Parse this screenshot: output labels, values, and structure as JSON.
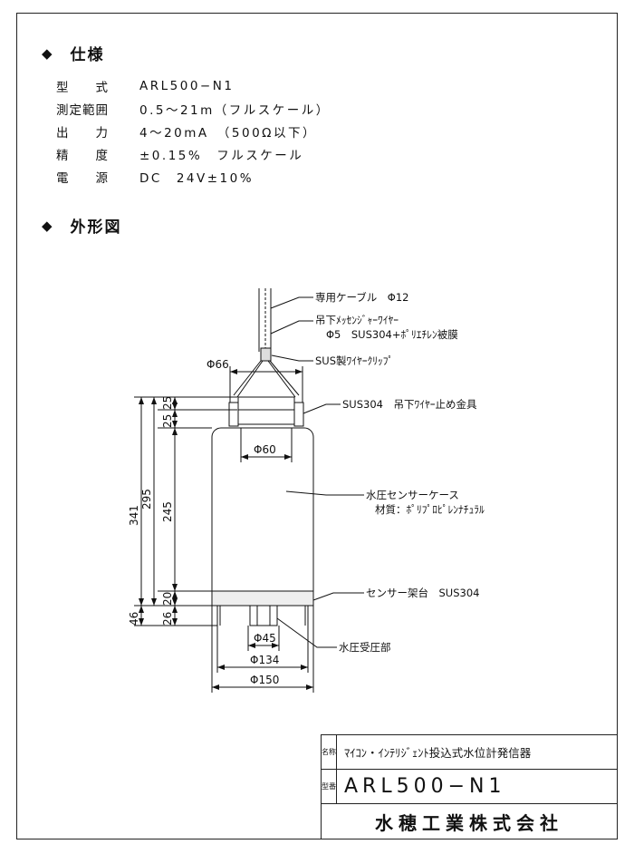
{
  "sections": {
    "spec_title": "仕様",
    "outline_title": "外形図",
    "bullet": "◆"
  },
  "specs": [
    {
      "label": "型　　式",
      "value": "ARL500−N1"
    },
    {
      "label": "測定範囲",
      "value": "0.5〜21m（フルスケール）"
    },
    {
      "label": "出　　力",
      "value": "4〜20mA　（500Ω以下）"
    },
    {
      "label": "精　　度",
      "value": "±0.15%　フルスケール"
    },
    {
      "label": "電　　源",
      "value": "DC　24V±10%"
    }
  ],
  "callouts": {
    "cable": "専用ケーブル　Φ12",
    "messenger_1": "吊下ﾒｯｾﾝｼﾞｬｰﾜｲﾔｰ",
    "messenger_2": "Φ5　SUS304+ﾎﾟﾘｴﾁﾚﾝ被膜",
    "clip": "SUS製ﾜｲﾔｰｸﾘｯﾌﾟ",
    "bracket": "SUS304　吊下ﾜｲﾔｰ止め金具",
    "case_1": "水圧センサーケース",
    "case_2": "材質：ﾎﾟﾘﾌﾟﾛﾋﾟﾚﾝﾅﾁｭﾗﾙ",
    "base": "センサー架台　SUS304",
    "pressure": "水圧受圧部"
  },
  "dimensions": {
    "phi66": "Φ66",
    "phi60": "Φ60",
    "phi45": "Φ45",
    "phi134": "Φ134",
    "phi150": "Φ150",
    "d341": "341",
    "d295": "295",
    "d245": "245",
    "d46": "46",
    "d25a": "25",
    "d25b": "25",
    "d26": "26",
    "d20": "20"
  },
  "title_block": {
    "name_key": "名称",
    "name_value": "ﾏｲｺﾝ・ｲﾝﾃﾘｼﾞｪﾝﾄ投込式水位計発信器",
    "model_key": "型番",
    "model_value": "ARL500−N1",
    "company": "水穂工業株式会社"
  }
}
